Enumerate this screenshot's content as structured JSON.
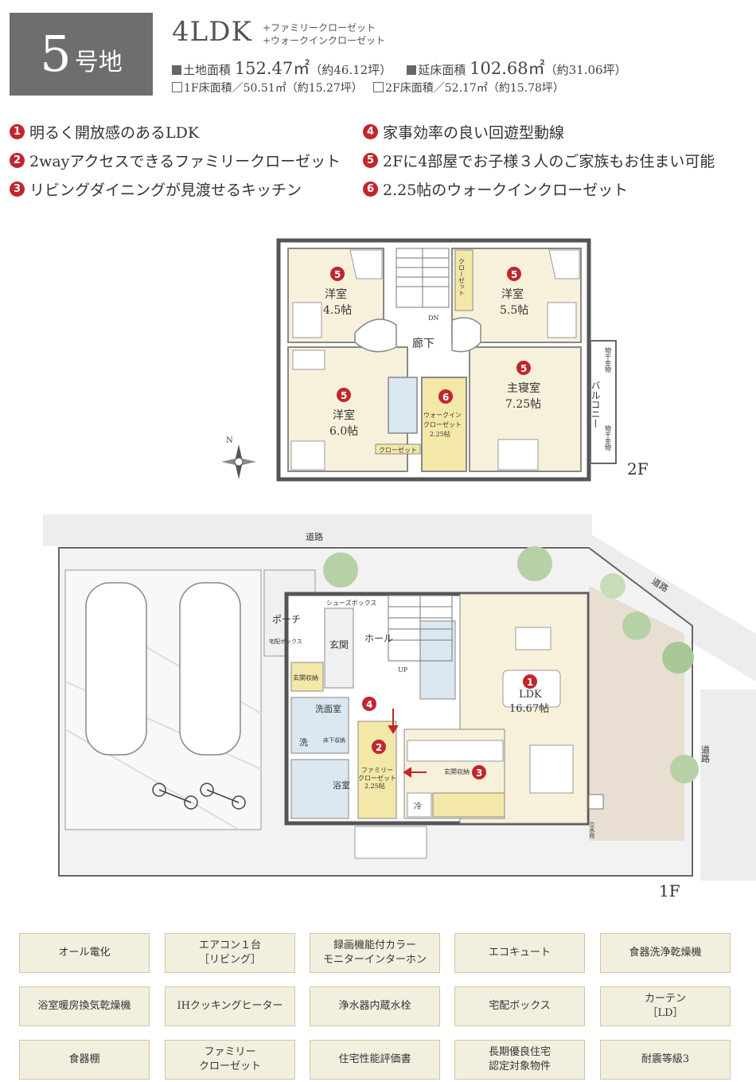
{
  "header": {
    "lot_number": "5",
    "lot_suffix": "号地",
    "plan_type": "4LDK",
    "plan_options": [
      "+ファミリークローゼット",
      "+ウォークインクローゼット"
    ],
    "land_area_label": "土地面積",
    "land_area_value": "152.47㎡",
    "land_area_tsubo": "（約46.12坪）",
    "floor_area_label": "延床面積",
    "floor_area_value": "102.68㎡",
    "floor_area_tsubo": "（約31.06坪）",
    "floor1_area": "1F床面積／50.51㎡（約15.27坪）",
    "floor2_area": "2F床面積／52.17㎡（約15.78坪）"
  },
  "features": [
    {
      "num": "1",
      "text": "明るく開放感のあるLDK"
    },
    {
      "num": "2",
      "text": "2wayアクセスできるファミリークローゼット"
    },
    {
      "num": "3",
      "text": "リビングダイニングが見渡せるキッチン"
    },
    {
      "num": "4",
      "text": "家事効率の良い回遊型動線"
    },
    {
      "num": "5",
      "text": "2Fに4部屋でお子様３人のご家族もお住まい可能"
    },
    {
      "num": "6",
      "text": "2.25帖のウォークインクローゼット"
    }
  ],
  "floor2": {
    "label": "2F",
    "north": "N",
    "rooms": {
      "r1_name": "洋室",
      "r1_size": "4.5帖",
      "r2_name": "洋室",
      "r2_size": "5.5帖",
      "r3_name": "洋室",
      "r3_size": "6.0帖",
      "master_name": "主寝室",
      "master_size": "7.25帖",
      "hall": "廊下",
      "wic_line1": "ウォークイン",
      "wic_line2": "クローゼット",
      "wic_size": "2.25帖",
      "closet": "クローゼット",
      "closet_vertical": "クローゼット",
      "balcony": "バルコニー",
      "drying1": "物干金物",
      "drying2": "物干金物",
      "stairs": "DN"
    }
  },
  "floor1": {
    "label": "1F",
    "road_top": "道路",
    "road_corner": "道路",
    "road_right": "道路",
    "rooms": {
      "porch": "ポーチ",
      "delivery": "宅配ボックス",
      "shoes": "シューズボックス",
      "entrance": "玄関",
      "entrance_storage": "玄関収納",
      "hall": "ホール",
      "washroom": "洗面室",
      "washer": "洗",
      "underfloor": "床下収納",
      "bath": "浴室",
      "family_closet_1": "ファミリー",
      "family_closet_2": "クローゼット",
      "family_closet_size": "2.25帖",
      "ldk_name": "LDK",
      "ldk_size": "16.67帖",
      "kitchen_storage": "玄関収納",
      "fridge": "冷",
      "up": "UP",
      "faucet": "立水栓"
    }
  },
  "equipment": [
    "オール電化",
    "エアコン１台\n［リビング］",
    "録画機能付カラー\nモニターインターホン",
    "エコキュート",
    "食器洗浄乾燥機",
    "浴室暖房換気乾燥機",
    "IHクッキングヒーター",
    "浄水器内蔵水栓",
    "宅配ボックス",
    "カーテン\n［LD］",
    "食器棚",
    "ファミリー\nクローゼット",
    "住宅性能評価書",
    "長期優良住宅\n認定対象物件",
    "耐震等級3"
  ],
  "colors": {
    "badge": "#6e6e6e",
    "marker": "#c0262c",
    "room_fill": "#f7f1dc",
    "equip_fill": "#f3efdf"
  }
}
